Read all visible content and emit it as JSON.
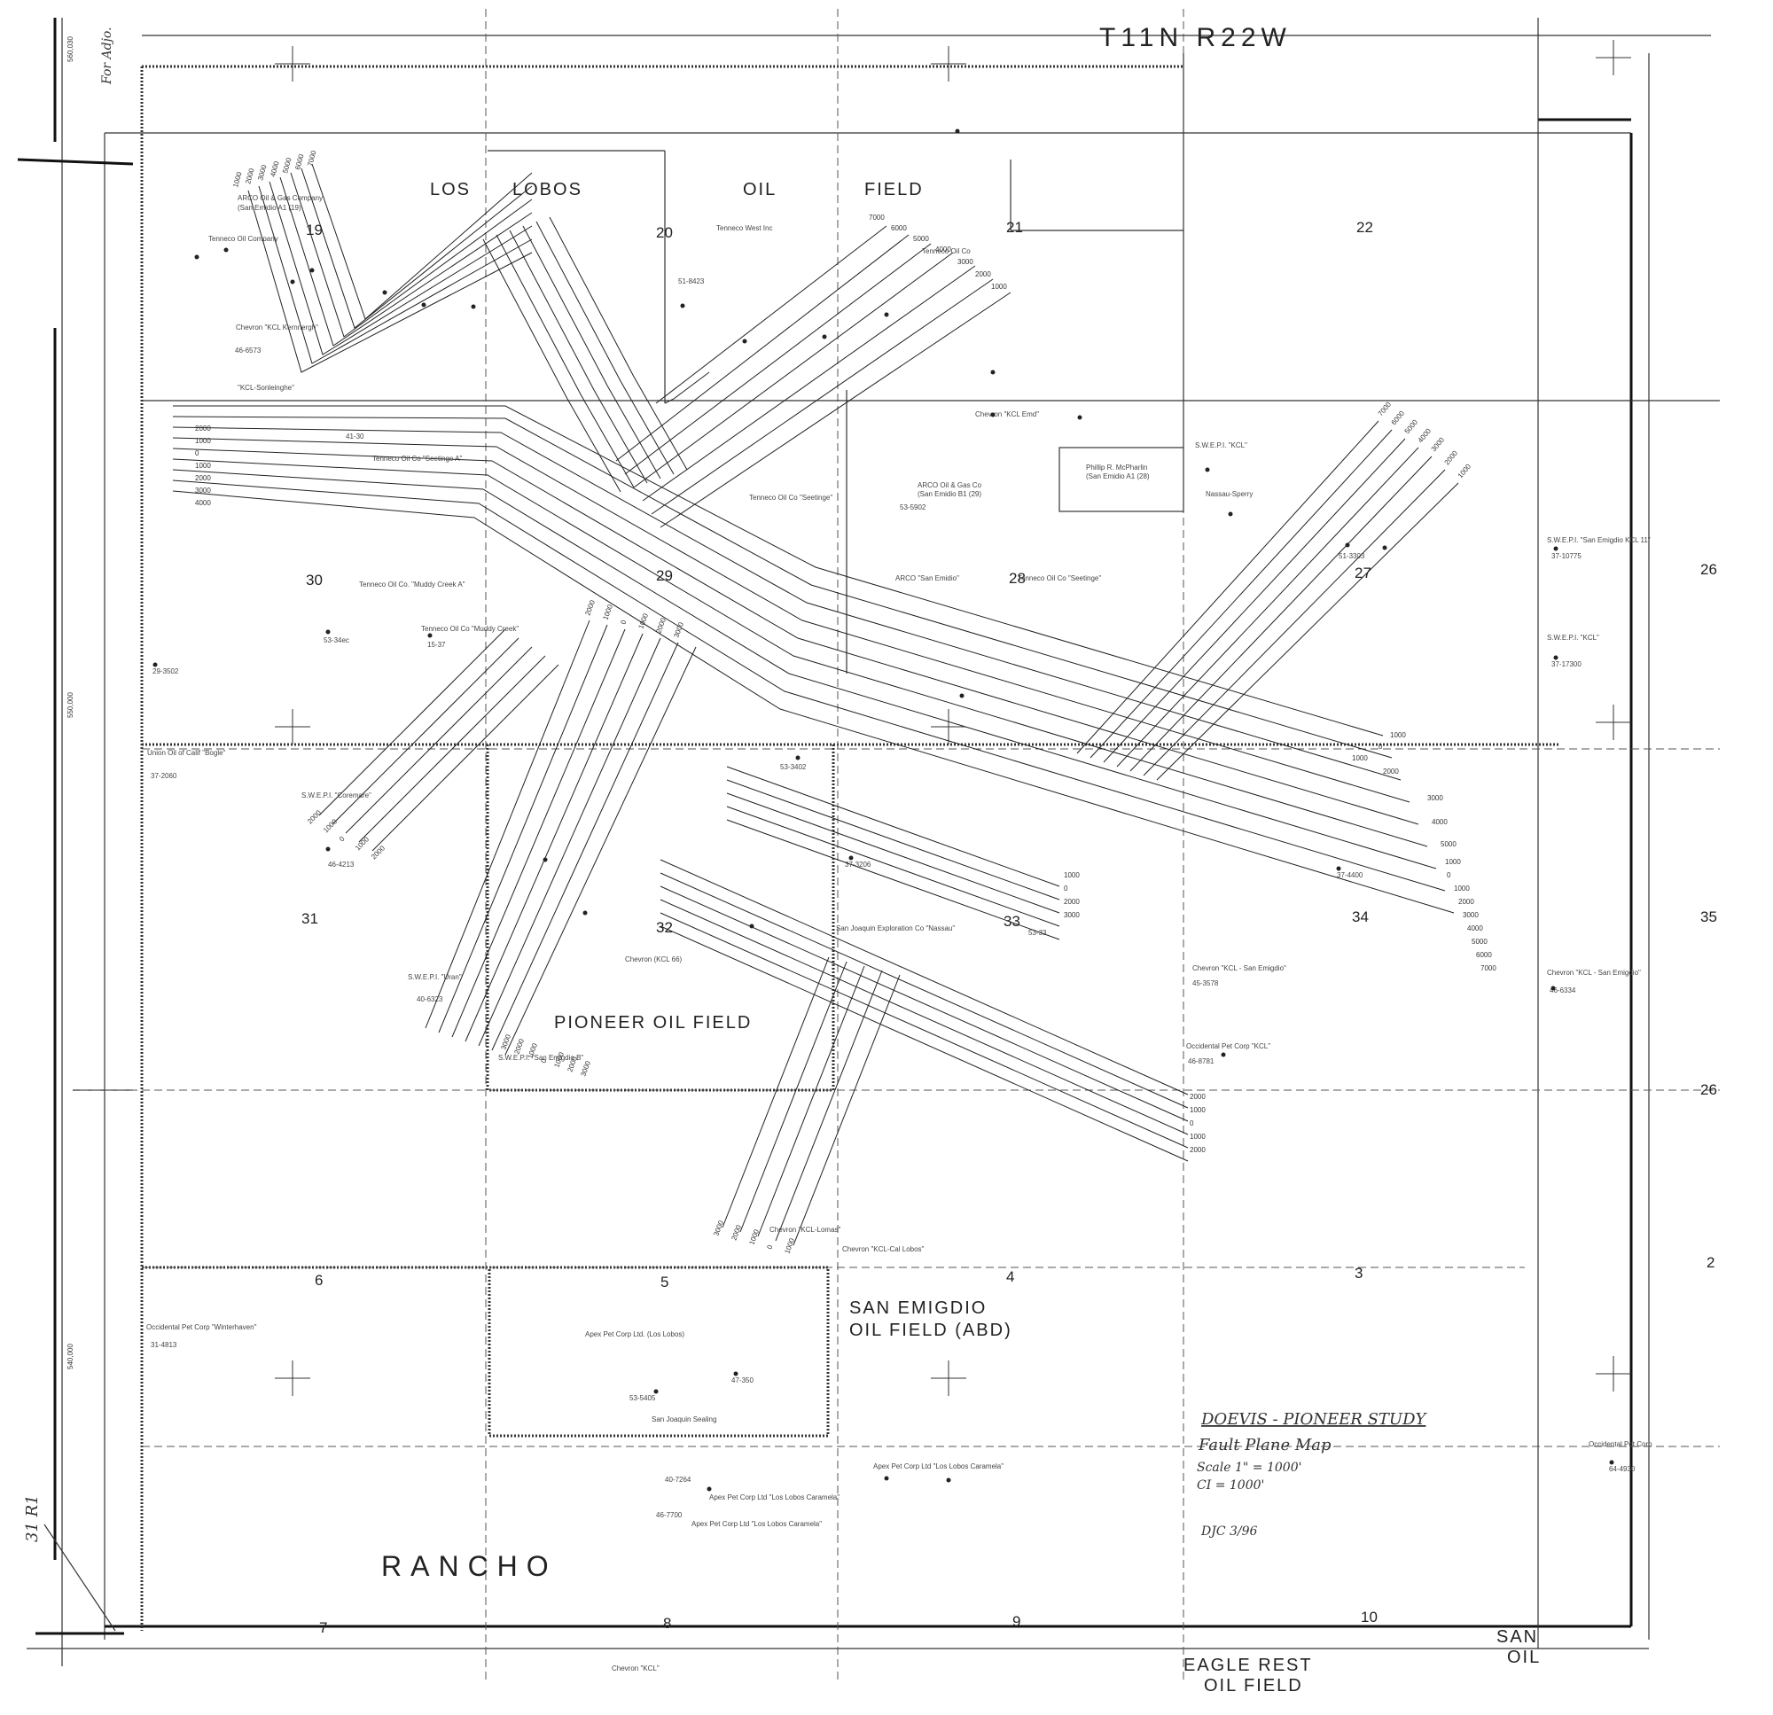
{
  "township": "T11N R22W",
  "vertical_note": "For Adjo.",
  "left_margin_mark": "31 R1",
  "coord_labels": [
    "560,030",
    "550,000",
    "540,000"
  ],
  "fields": {
    "los_lobos": [
      "LOS",
      "LOBOS",
      "OIL",
      "FIELD"
    ],
    "pioneer": "PIONEER OIL FIELD",
    "san_emigdio": [
      "SAN EMIGDIO",
      "OIL FIELD (ABD)"
    ],
    "rancho": "RANCHO",
    "eagle_rest": [
      "EAGLE REST",
      "OIL FIELD"
    ],
    "san_oil": [
      "SAN",
      "OIL"
    ]
  },
  "sections": {
    "s19": "19",
    "s20": "20",
    "s21": "21",
    "s22": "22",
    "s26a": "26",
    "s30": "30",
    "s29": "29",
    "s28": "28",
    "s27": "27",
    "s31": "31",
    "s32": "32",
    "s33": "33",
    "s34": "34",
    "s35": "35",
    "s26b": "26",
    "s2": "2",
    "s6": "6",
    "s5": "5",
    "s4": "4",
    "s3": "3",
    "s7": "7",
    "s8": "8",
    "s9": "9",
    "s10": "10"
  },
  "title_block": {
    "title": "DOEVIS - PIONEER STUDY",
    "subtitle": "Fault Plane Map",
    "scale": "Scale 1\" = 1000'",
    "ci": "CI = 1000'",
    "date": "DJC 3/96"
  },
  "operators": {
    "arco": "ARCO Oil & Gas Company",
    "arco_sub": "(San Emidio A1 (19)",
    "tenneco_19": "Tenneco Oil Company",
    "tenneco_west": "Tenneco West Inc",
    "tenneco_21": "Tenneco Oil Co",
    "chevron_kcl": "Chevron \"KCL Kernnergh\"",
    "chevron_lobos": "\"KCL-Sonleinghe\"",
    "arco_29": "ARCO Oil & Gas Co",
    "arco_29_sub": "(San Emidio B1 (29)",
    "mcpharlin": "Phillip R. McPharlin",
    "mcpharlin_sub": "(San Emidio A1 (28)",
    "swepi_27": "S.W.E.P.I. \"San Emigdio KCL 11\"",
    "swepi_26": "S.W.E.P.I. \"KCL\"",
    "swepi_31": "S.W.E.P.I. \"Coremare\"",
    "chevron_32": "Chevron (KCL 66)",
    "swepi_32": "S.W.E.P.I. \"Uran\"",
    "swepi_pioneer": "S.W.E.P.I. \"San Emigdio B\"",
    "chevron_34": "Chevron \"KCL - San Emigdio\"",
    "occidental_34": "Occidental Pet Corp \"KCL\"",
    "chevron_35": "Chevron \"KCL - San Emigdio\"",
    "occidental_6": "Occidental Pet Corp \"Winterhaven\"",
    "apex_5": "Apex Pet Corp Ltd. (Los Lobos)",
    "apex_8": "Apex Pet Corp Ltd \"Los Lobos Caramela\"",
    "apex_8b": "Apex Pet Corp Ltd \"Los Lobos Caramela\"",
    "apex_9": "Apex Pet Corp Ltd \"Los Lobos Caramela\"",
    "chevron_4": "Chevron \"KCL-Lomas\"",
    "chevron_lobos4": "Chevron \"KCL-Cal Lobos\"",
    "san_joaquin": "San Joaquin Sealing",
    "union_31": "Union Oil of Calif \"Bogle\"",
    "occidental_right": "Occidental Pet Corp",
    "chevron_bottom": "Chevron \"KCL\"",
    "tenneco_30": "Tenneco Oil Co. \"Muddy Creek A\"",
    "tenneco_30b": "Tenneco Oil Co \"Muddy Creek\"",
    "tenneco_29": "Tenneco Oil Co \"Seetinge A\"",
    "tenneco_28": "Tenneco Oil Co \"Seetinge\"",
    "tenneco_29b": "Tenneco Oil Co \"Seetinge\"",
    "nassau": "Nassau-Sperry",
    "swepi_kcl": "S.W.E.P.I. \"KCL\"",
    "chevron_21": "Chevron \"KCL Emd\"",
    "arco_28b": "ARCO \"San Emidio\"",
    "san_joaquin_2": "San Joaquin Exploration Co \"Nassau\""
  },
  "contour_labels": {
    "grp1": [
      "1000",
      "2000",
      "3000",
      "4000",
      "5000",
      "6000",
      "7000"
    ],
    "grp2": [
      "7000",
      "6000",
      "5000",
      "4000",
      "3000",
      "2000",
      "1000"
    ],
    "grp3": [
      "2000",
      "1000",
      "0",
      "1000",
      "2000",
      "3000",
      "4000"
    ],
    "grp4": [
      "7000",
      "6000",
      "5000",
      "4000",
      "3000",
      "2000",
      "1000"
    ],
    "grp5": [
      "1000",
      "0",
      "1000",
      "2000",
      "3000",
      "4000",
      "5000"
    ],
    "grp6": [
      "1000",
      "0",
      "1000",
      "2000",
      "3000",
      "4000",
      "5000",
      "6000",
      "7000"
    ],
    "grp7": [
      "1000",
      "0",
      "2000",
      "3000"
    ],
    "grp8": [
      "2000",
      "1000",
      "0",
      "1000",
      "2000"
    ],
    "grp9": [
      "2000",
      "1000",
      "0",
      "1000",
      "2000",
      "3000"
    ],
    "grp10": [
      "3000",
      "2000",
      "1000",
      "0",
      "1000",
      "2000",
      "3000"
    ],
    "grp11": [
      "2000",
      "1000",
      "0",
      "1000",
      "2000"
    ],
    "grp12": [
      "3000",
      "2000",
      "1000",
      "0",
      "1000"
    ]
  },
  "well_ids": {
    "w1": "51-8423",
    "w2": "46-6573",
    "w3": "37-2060",
    "w4": "51-3303",
    "w5": "41-30",
    "w6": "37-10775",
    "w7": "37-17300",
    "w8": "53-5902",
    "w9": "46-4213",
    "w10": "40-6323",
    "w11": "37-3206",
    "w12": "53-33",
    "w13": "37-4400",
    "w14": "45-3578",
    "w15": "46-6334",
    "w16": "46-8781",
    "w17": "31-4813",
    "w18": "47-350",
    "w19": "53-5405",
    "w20": "64-4930",
    "w21": "40-7264",
    "w22": "46-7700",
    "w23": "53-3402",
    "w24": "29-3502",
    "w25": "53-34ec",
    "w26": "15-37"
  }
}
